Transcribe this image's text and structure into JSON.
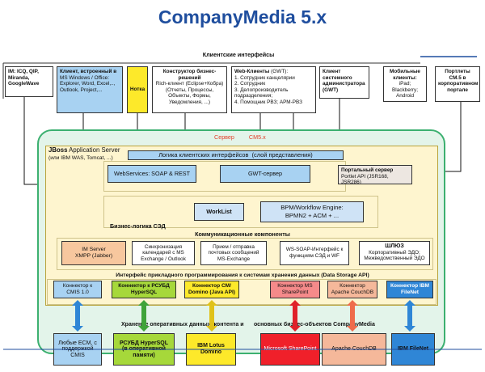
{
  "title": "CompanyMedia 5.x",
  "client": {
    "header": "Клиентские интерфейсы",
    "im": "IM: ICQ, QIP, Miranda, GoogleWave",
    "office_title": "Клиент, встроенный в",
    "office_body": "MS Windows / Office: Explorer, Word, Excel,.., Outlook, Project,...",
    "notka": "Нотка",
    "constructor_title": "Конструктор бизнес-решений",
    "constructor_body": "Rich-клиент (Eclipse+Кобра) (Отчеты, Процессы, Объекты, Формы, Уведомления, ...)",
    "web_title": "Web-Клиенты",
    "web_title_suffix": " (GWT):",
    "web_body": "1. Сотрудник канцелярии\n2. Сотрудник\n3. Делопроизводитель подразделения;\n4. Помощник РВЗ; АРМ-РВЗ",
    "sysadmin": "Клиент системного администратора (GWT)",
    "mobile_title": "Мобильные клиенты:",
    "mobile_body": "iPad; Blackberry; Android",
    "portals": "Портлеты CM.5 в корпоративном портале"
  },
  "server": {
    "label_left": "Сервер",
    "label_right": "CM5.x",
    "jboss_bold": "JBoss",
    "jboss_rest": " Application Server",
    "jboss_sub": "(или IBM WAS, Tomcat, ...)",
    "client_logic": "Логика клиентских интерфейсов",
    "client_logic_suffix": "(слой представления)",
    "webservices": "WebServices: SOAP & REST",
    "gwt_server": "GWT-сервер",
    "portal_title": "Портальный сервер",
    "portal_body": "Portlet API (JSR168, JSR286)",
    "worklist": "WorkList",
    "bpm_line1": "BPM/Workflow Engine:",
    "bpm_line2": "BPMN2 + ACM + ...",
    "business_logic": "Бизнес-логика СЭД",
    "comm_header": "Коммуникационные компоненты",
    "im_server": "IM Server\nXMPP (Jabber)",
    "sync": "Синхронизация календарей с MS Exchange / Outlook",
    "mail": "Прием / отправка почтовых сообщений MS-Exchange",
    "ws_soap": "WS-SOAP-Интерфейс к функциям СЭД и WF",
    "gateway_title": "ШЛЮЗ",
    "gateway_body": "Корпоративный ЭДО; Межведомственный ЭДО",
    "dsapi": "Интерфейс прикладного программирования к системам хранения данных (Data Storage API)"
  },
  "connectors": [
    {
      "text": "Коннектор к CMIS 1.0",
      "bold": false
    },
    {
      "text": "Коннектор к РСУБД HyperSQL",
      "bold": true
    },
    {
      "text": "Коннектор СМ/ Domino (Java API)",
      "bold": true
    },
    {
      "text": "Коннектор MS SharePoint",
      "bold": false
    },
    {
      "text": "Коннектор Apache CouchDB",
      "bold": false
    },
    {
      "text": "Коннектор IBM FileNet",
      "bold": true
    }
  ],
  "storage_caption_left": "Хранение оперативных данных, контента и",
  "storage_caption_right": "основных бизнес-объектов CompanyMedia",
  "storages": [
    {
      "text": "Любые ECM, с поддержкой CMIS",
      "bold": false
    },
    {
      "text": "РСУБД HyperSQL (в оперативной памяти)",
      "bold": true
    },
    {
      "text": "IBM Lotus Domino",
      "bold": true
    },
    {
      "text": "Microsoft SharePoint",
      "bold": false
    },
    {
      "text": "Apache CouchDB",
      "bold": false
    },
    {
      "text": "IBM FileNet",
      "bold": true
    }
  ],
  "colors": {
    "title": "#1f4e9e",
    "server_fill": "#e3f4ea",
    "jboss_fill": "#fef5cf",
    "blue_box": "#a8d2f2",
    "yellow_box": "#fde92a",
    "bpm_fill": "#cfe3f6",
    "orange_box": "#f7c79e",
    "green_box": "#a6d83a",
    "red_box": "#f0202a",
    "peach_box": "#f5b89a",
    "ibm_blue": "#2f86d6"
  }
}
